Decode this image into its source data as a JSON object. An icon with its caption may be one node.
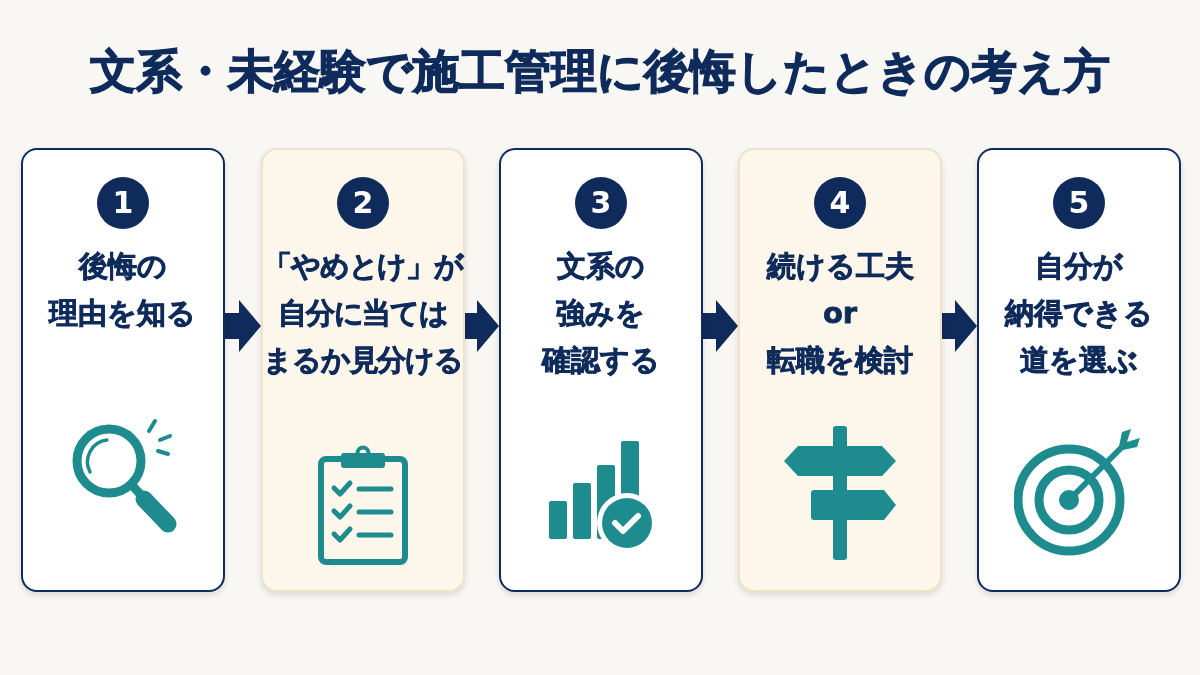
{
  "diagram": {
    "title": "文系・未経験で施工管理に後悔したときの考え方",
    "nodes": [
      {
        "text": [
          "後悔の理由を知る"
        ]
      },
      {
        "text": [
          "1"
        ],
        "in": 0
      },
      {
        "text": [
          "「やめとけ」が自分に当てはまるか見分ける"
        ]
      },
      {
        "text": [
          "2"
        ],
        "in": 2
      },
      {
        "text": [
          "文系の強みを確認する"
        ]
      },
      {
        "text": [
          "3"
        ],
        "in": 4
      },
      {
        "text": [
          "続ける工夫 or 転職を検討"
        ]
      },
      {
        "text": [
          "4"
        ],
        "in": 6
      },
      {
        "text": [
          "自分が納得できる道を選ぶ"
        ]
      },
      {
        "text": [
          "5"
        ],
        "in": 8
      }
    ],
    "edges": [
      {
        "from": 0,
        "to": 2,
        "arrow": "to"
      },
      {
        "from": 2,
        "to": 4,
        "arrow": "to"
      },
      {
        "from": 4,
        "to": 6,
        "arrow": "to"
      },
      {
        "from": 6,
        "to": 8,
        "arrow": "to"
      }
    ]
  }
}
